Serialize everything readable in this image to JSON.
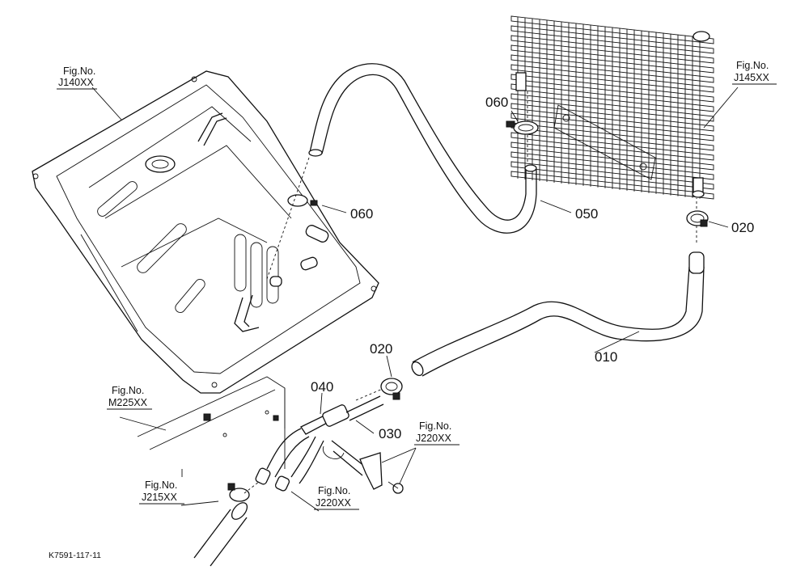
{
  "diagram": {
    "part_labels": {
      "p010": "010",
      "p020a": "020",
      "p020b": "020",
      "p030": "030",
      "p040": "040",
      "p050": "050",
      "p060a": "060",
      "p060b": "060"
    },
    "fig_refs": [
      {
        "id": "j140",
        "caption": "Fig.No.",
        "code": "J140XX"
      },
      {
        "id": "j145",
        "caption": "Fig.No.",
        "code": "J145XX"
      },
      {
        "id": "m225",
        "caption": "Fig.No.",
        "code": "M225XX"
      },
      {
        "id": "j220a",
        "caption": "Fig.No.",
        "code": "J220XX"
      },
      {
        "id": "j220b",
        "caption": "Fig.No.",
        "code": "J220XX"
      },
      {
        "id": "j215",
        "caption": "Fig.No.",
        "code": "J215XX"
      }
    ],
    "drawing_code": "K7591-117-11"
  }
}
